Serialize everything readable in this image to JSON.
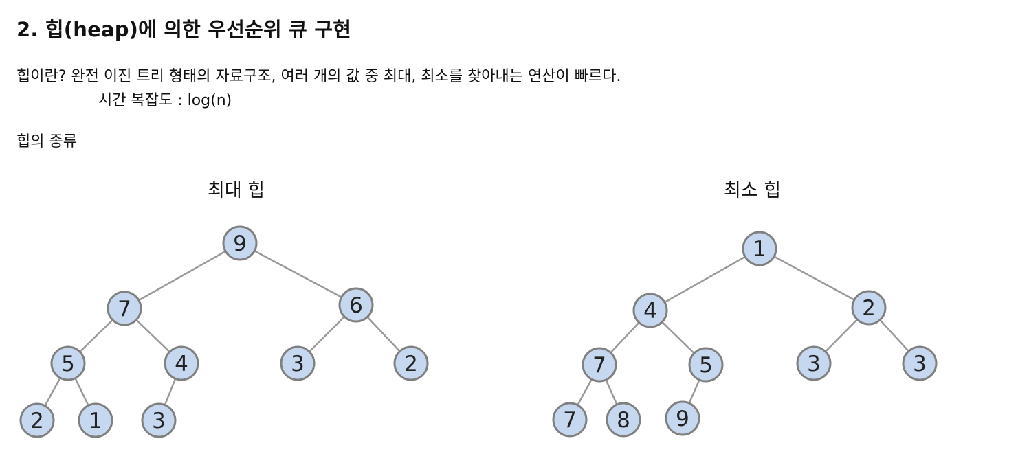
{
  "doc": {
    "title": "2. 힙(heap)에 의한 우선순위 큐 구현",
    "definition": "힙이란? 완전 이진 트리 형태의 자료구조, 여러 개의 값 중 최대, 최소를 찾아내는 연산이 빠르다.",
    "complexity": "시간 복잡도 : log(n)",
    "kinds_heading": "힙의 종류"
  },
  "max_heap": {
    "caption": "최대 힙",
    "nodes": [
      9,
      7,
      6,
      5,
      4,
      3,
      2,
      2,
      1,
      3
    ]
  },
  "min_heap": {
    "caption": "최소 힙",
    "nodes": [
      1,
      4,
      2,
      7,
      5,
      3,
      3,
      7,
      8,
      9
    ]
  },
  "colors": {
    "node_fill": "#c6d7f0",
    "node_stroke": "#808080",
    "edge": "#999999"
  }
}
